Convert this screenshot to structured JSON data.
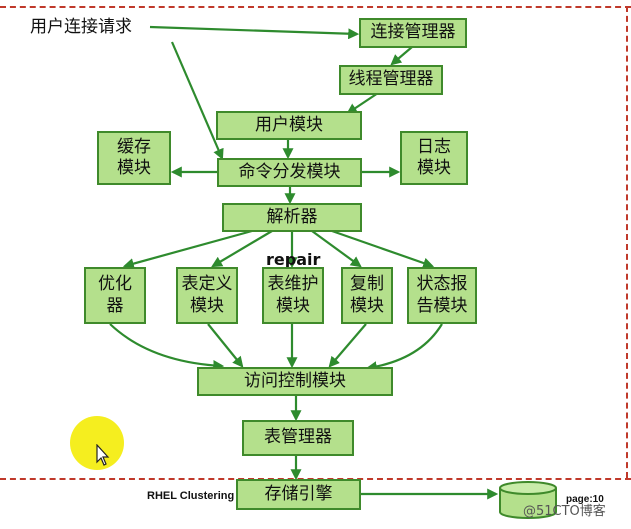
{
  "title": "用户连接请求",
  "boxes": {
    "connection_manager": "连接管理器",
    "thread_manager": "线程管理器",
    "user_module": "用户模块",
    "cache_module": "缓存\n模块",
    "command_dispatch": "命令分发模块",
    "log_module": "日志\n模块",
    "parser": "解析器",
    "optimizer": "优化\n器",
    "table_definition": "表定义\n模块",
    "table_maintenance": "表维护\n模块",
    "replication": "复制\n模块",
    "status_report": "状态报\n告模块",
    "access_control": "访问控制模块",
    "table_manager": "表管理器",
    "storage_engine": "存储引擎"
  },
  "repair_label": "repair",
  "footer": {
    "left_text": "RHEL Clustering",
    "page_text": "page:10",
    "watermark": "@51CTO博客"
  },
  "colors": {
    "box_fill": "#b4e08c",
    "box_border": "#3f8a2b",
    "arrow": "#2e8b2e",
    "title_arrow": "#2e8b2e",
    "border_dash": "#c0392b",
    "pointer_halo": "#f5ee1f"
  },
  "icons": {
    "pointer": "cursor-icon",
    "database": "database-cylinder-icon"
  }
}
